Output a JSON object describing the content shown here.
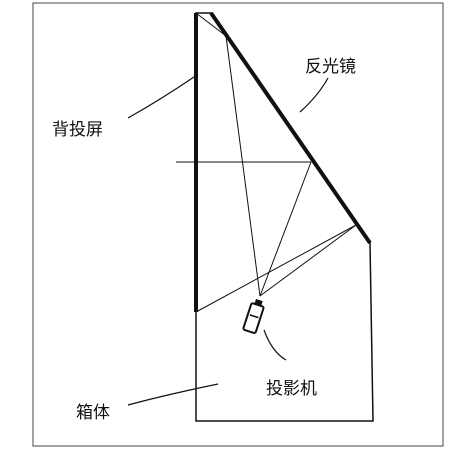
{
  "labels": {
    "screen": "背投屏",
    "mirror": "反光镜",
    "projector": "投影机",
    "cabinet": "箱体"
  },
  "colors": {
    "line": "#111111",
    "frame": "#444444",
    "background": "#ffffff"
  }
}
